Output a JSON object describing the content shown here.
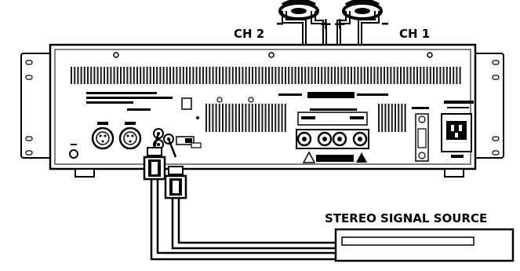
{
  "labels": {
    "ch2": "CH 2",
    "ch1": "CH 1",
    "plus": "+",
    "minus": "–",
    "source": "STEREO SIGNAL SOURCE"
  },
  "colors": {
    "ink": "#000000",
    "paper": "#ffffff",
    "grille": "#1a1a1a"
  }
}
